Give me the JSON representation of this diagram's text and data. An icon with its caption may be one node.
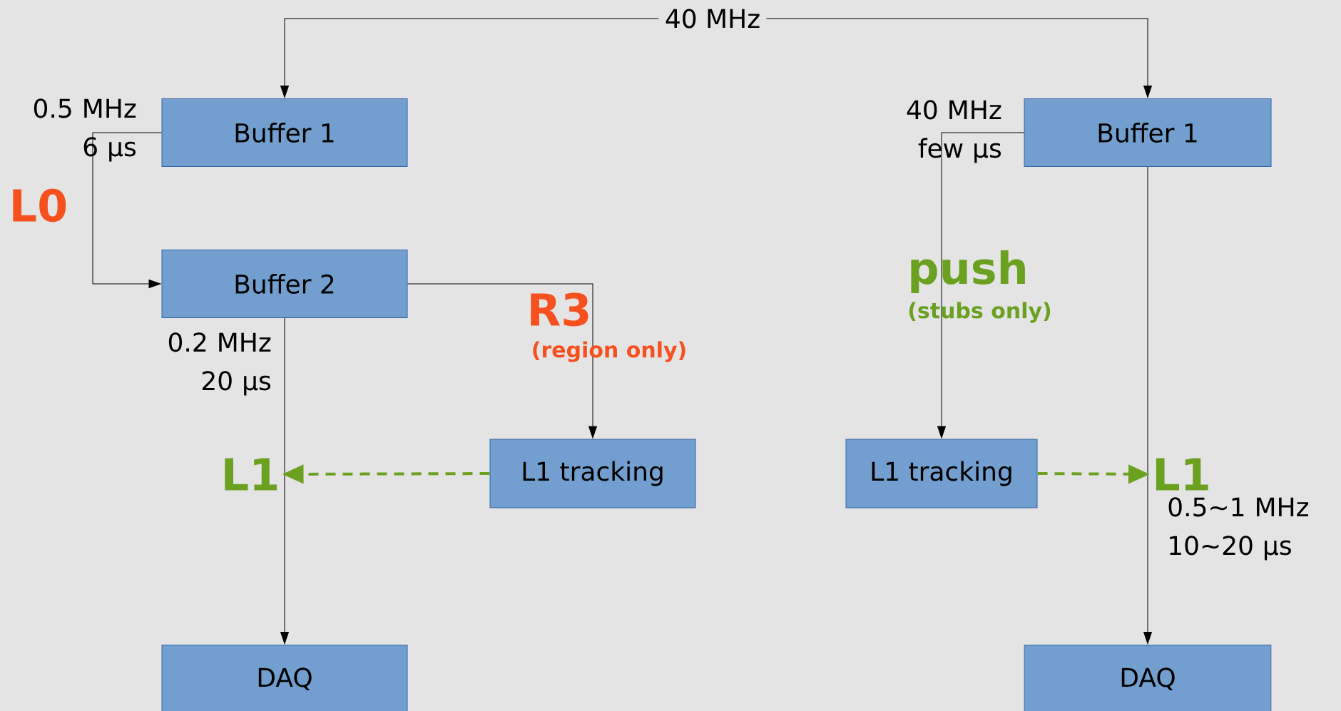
{
  "diagram": {
    "nodes": [
      {
        "text": [
          "40 MHz"
        ]
      },
      {
        "text": [
          "Buffer 1"
        ]
      },
      {
        "text": [
          "Buffer 1"
        ]
      },
      {
        "text": [
          "Buffer 2"
        ]
      },
      {
        "text": [
          "L1 tracking"
        ]
      },
      {
        "text": [
          "L1"
        ]
      },
      {
        "text": [
          "L1 tracking"
        ]
      },
      {
        "text": [
          "L1"
        ]
      },
      {
        "text": [
          "DAQ"
        ]
      },
      {
        "text": [
          "DAQ"
        ]
      }
    ],
    "edges": [
      {
        "from": 0,
        "to": 1,
        "arrow": "to"
      },
      {
        "from": 0,
        "to": 2,
        "arrow": "to"
      },
      {
        "from": 1,
        "to": 3,
        "arrow": "to"
      },
      {
        "from": 3,
        "to": 4,
        "arrow": "to"
      },
      {
        "from": 3,
        "to": 8,
        "arrow": "to"
      },
      {
        "from": 4,
        "to": 5,
        "arrow": "to",
        "style": "dashed",
        "color": "#6aa121"
      },
      {
        "from": 2,
        "to": 6,
        "arrow": "to"
      },
      {
        "from": 2,
        "to": 9,
        "arrow": "to"
      },
      {
        "from": 6,
        "to": 7,
        "arrow": "to",
        "style": "dashed",
        "color": "#6aa121"
      }
    ],
    "labels": [
      "0.5 MHz 6 μs",
      "L0",
      "0.2 MHz 20 μs",
      "R3",
      "(region only)",
      "40 MHz few μs",
      "push",
      "(stubs only)",
      "0.5~1 MHz 10~20 μs"
    ]
  }
}
